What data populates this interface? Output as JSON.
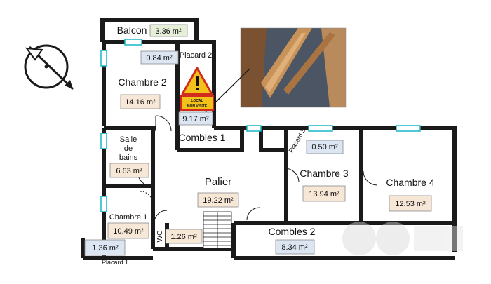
{
  "colors": {
    "wall": "#1a1a1a",
    "window": "#18b6c9",
    "area_tan": "#f7e7d6",
    "area_blue": "#dbe6f2",
    "area_green": "#e6efd8",
    "warning_yellow": "#f3c21a",
    "warning_red": "#d12b1e"
  },
  "compass": {
    "icon": "north-arrow-compass-icon"
  },
  "warning": {
    "line1": "LOCAL",
    "line2": "NON VISITE"
  },
  "photo": {
    "description": "attic-roof-beams-photo"
  },
  "rooms": {
    "balcon": {
      "name": "Balcon",
      "area": "3.36 m²"
    },
    "placard_chambre2": {
      "area": "0.84 m²"
    },
    "placard2": {
      "name": "Placard 2",
      "area": "9.17 m²"
    },
    "chambre2": {
      "name": "Chambre 2",
      "area": "14.16 m²"
    },
    "combles1": {
      "name": "Combles 1"
    },
    "salle_bains": {
      "name_l1": "Salle",
      "name_l2": "de",
      "name_l3": "bains",
      "area": "6.63 m²"
    },
    "palier": {
      "name": "Palier",
      "area": "19.22 m²"
    },
    "placard3": {
      "name": "Placard 3",
      "area": "0.50 m²"
    },
    "chambre3": {
      "name": "Chambre 3",
      "area": "13.94 m²"
    },
    "chambre4": {
      "name": "Chambre 4",
      "area": "12.53 m²"
    },
    "chambre1": {
      "name": "Chambre 1",
      "area": "10.49 m²"
    },
    "wc": {
      "name": "WC",
      "area": "1.26 m²"
    },
    "combles2": {
      "name": "Combles 2",
      "area": "8.34 m²"
    },
    "placard1": {
      "name": "Placard 1",
      "area": "1.36 m²"
    }
  }
}
